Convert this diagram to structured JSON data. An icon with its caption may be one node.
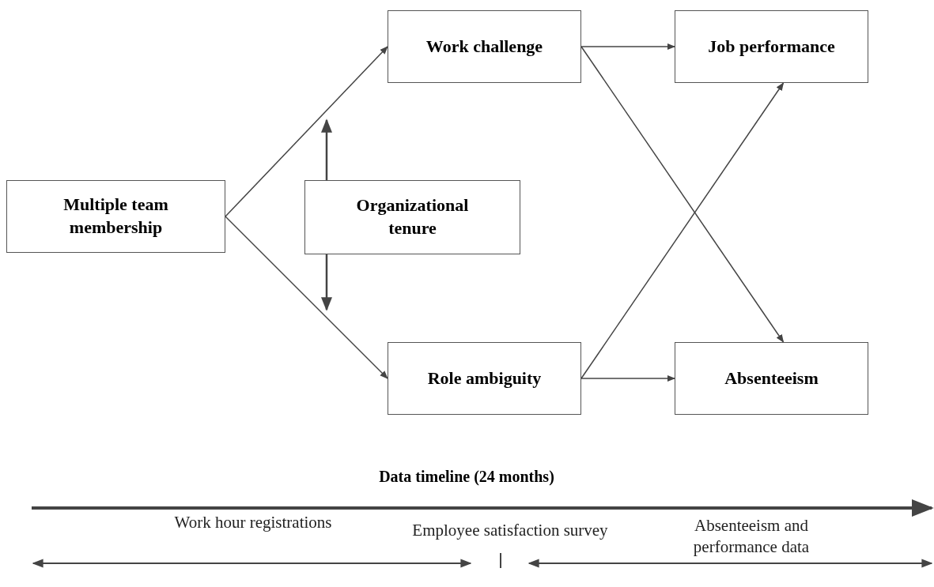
{
  "diagram": {
    "nodes": [
      {
        "text": [
          "Multiple team membership"
        ]
      },
      {
        "text": [
          "Work challenge"
        ]
      },
      {
        "text": [
          "Organizational tenure"
        ]
      },
      {
        "text": [
          "Role ambiguity"
        ]
      },
      {
        "text": [
          "Job performance"
        ]
      },
      {
        "text": [
          "Absenteeism"
        ]
      }
    ],
    "edges": [
      {
        "from": 0,
        "to": 1,
        "arrow": "to"
      },
      {
        "from": 0,
        "to": 3,
        "arrow": "to"
      },
      {
        "from": 2,
        "to": null,
        "arrow": "to"
      },
      {
        "from": 2,
        "to": null,
        "arrow": "to"
      },
      {
        "from": 1,
        "to": 4,
        "arrow": "to"
      },
      {
        "from": 1,
        "to": 5,
        "arrow": "to"
      },
      {
        "from": 3,
        "to": 4,
        "arrow": "to"
      },
      {
        "from": 3,
        "to": 5,
        "arrow": "to"
      }
    ],
    "labels": [
      "Data timeline (24 months)",
      "Work hour registrations",
      "Employee satisfaction survey",
      "Absenteeism and performance data"
    ]
  }
}
